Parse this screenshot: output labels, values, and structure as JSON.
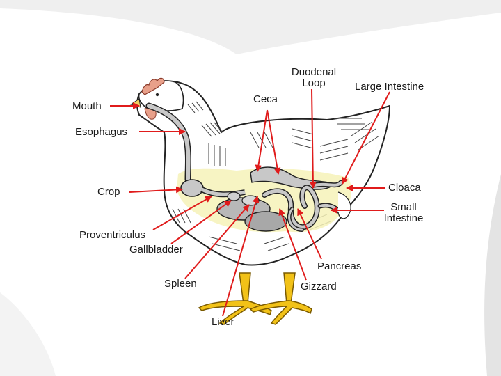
{
  "labels": {
    "mouth": "Mouth",
    "esophagus": "Esophagus",
    "crop": "Crop",
    "proventriculus": "Proventriculus",
    "gallbladder": "Gallbladder",
    "spleen": "Spleen",
    "liver": "Liver",
    "ceca": "Ceca",
    "duodenal_loop_1": "Duodenal",
    "duodenal_loop_2": "Loop",
    "large_intestine": "Large Intestine",
    "cloaca": "Cloaca",
    "small_intestine_1": "Small",
    "small_intestine_2": "Intestine",
    "pancreas": "Pancreas",
    "gizzard": "Gizzard"
  },
  "colors": {
    "arrow": "#e01b1b",
    "outline": "#222222",
    "tract": "#c8c8c8",
    "glow": "#f6f2b8",
    "comb": "#e8a08a",
    "feet": "#f2c218",
    "backdrop": "#eeeeee"
  }
}
